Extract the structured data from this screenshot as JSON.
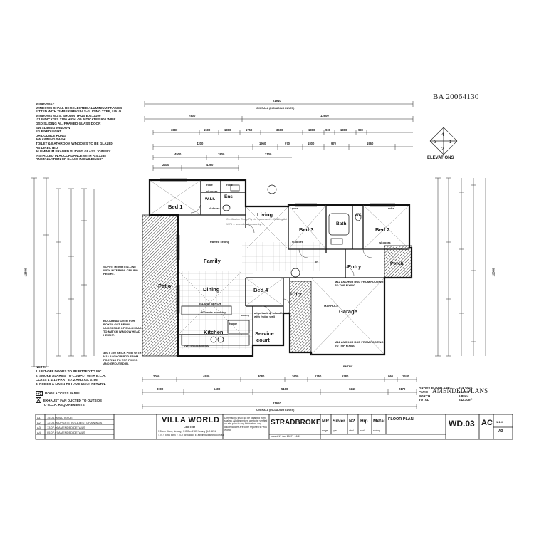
{
  "stamp": {
    "ba_number": "BA 20064130",
    "amended_plans": "AMENDED PLANS"
  },
  "window_notes": [
    "WINDOWS:-",
    "WINDOWS SHALL BE SELECTED ALUMINIUM FRAMES",
    "FITTED WITH TIMBER REVEALS-GLIDING TYPE, U.N.O.",
    "WINDOWS NO'S. SHOWN THUS E.G. 2109",
    "-21 INDICATES 2100 HIGH -09 INDICATES 900 WIDE",
    "GSD    SLIDING AL. FRAMED GLASS DOOR",
    "SW      SLIDING WINDOW",
    "FG      FIXED LIGHT",
    "DH      DOUBLE HUNG",
    "AW      AWNING SASH",
    "TOILET & BATHROOM WINDOWS TO BE GLAZED",
    "AS DIRECTED",
    "ALUMINIUM FRAMED SLIDING GLASS JOINERY",
    "INSTALLED IN ACCORDANCE WITH A.S.1288",
    "\"INSTALLATION OF GLASS IN BUILDINGS\""
  ],
  "general_notes": [
    "NOTE:",
    "1. LIFT-OFF DOORS TO BE FITTED TO WC",
    "2. SMOKE ALARMS TO COMPLY WITH B.C.A.",
    "    CLASS 1 & 10  PART 3.7.2 AND AS. 3786.",
    "3. ROBES & LINEN TO HAVE 15mm RETURN."
  ],
  "legend": [
    {
      "icon": "roof-access",
      "text": "ROOF ACCESS PANEL"
    },
    {
      "icon": "exhaust-fan",
      "text": "EXHAUST FAN DUCTED TO OUTSIDE"
    },
    {
      "icon": "",
      "text": "TO B.C.A. REQUIREMENTS"
    }
  ],
  "elevations_label": "ELEVATIONS",
  "elevation_numbers": [
    "4",
    "3",
    "1",
    "2"
  ],
  "overall_dims": {
    "top_total": "21910",
    "top_total_note": "OVERALL (INCLUDING EAVES)",
    "top_row2": [
      "7800",
      "12600"
    ],
    "top_row3": [
      "3880",
      "1500",
      "1800",
      "1750",
      "3600",
      "1800",
      "930",
      "1800",
      "930"
    ],
    "top_row4": [
      "4200",
      "1960",
      "970",
      "1800",
      "970",
      "1960"
    ],
    "top_row5": [
      "4500",
      "1800",
      "2100"
    ],
    "top_row6": [
      "2400",
      "4360"
    ],
    "bottom_row1": [
      "2050",
      "4940",
      "3080",
      "3600",
      "1750",
      "5780",
      "960",
      "1340"
    ],
    "bottom_row2": [
      "3000",
      "5400",
      "5100",
      "6240",
      "2170"
    ],
    "bottom_total": "21910",
    "bottom_total_note": "OVERALL (INCLUDING EAVES)",
    "left_total": "12830",
    "right_total": "12830"
  },
  "rooms": {
    "bed1": "Bed 1",
    "wir": "w.i.r.",
    "ens": "Ens",
    "living": "Living",
    "bed3": "Bed 3",
    "bath": "Bath",
    "wc": "WC",
    "bed2": "Bed 2",
    "family": "Family",
    "entry": "Entry",
    "porch": "Porch",
    "patio": "Patio",
    "dining": "Dining",
    "bed4": "Bed 4",
    "ldry": "L'dry",
    "garage": "Garage",
    "kitchen": "Kitchen",
    "service": "Service",
    "court": "court"
  },
  "plan_notes": {
    "robe1": "robe",
    "robe2": "robe",
    "robe3": "robe",
    "robe4": "robe",
    "sl_doors1": "sl.doors",
    "sl_doors2": "sl.doors",
    "sl_doors3": "sl.doors",
    "sl_doors4": "sl.doors",
    "framed_ceiling": "framed ceiling",
    "linen": "lin",
    "soffit": "SOFFIT HEIGHT IN-LINE WITH INTERNAL CEILING HEIGHT.",
    "bulkhead": "BULKHEAD OVER FOR BOXED OUT BEAM. UNDERSIDE OF BULKHEAD TO MATCH WINDOW HEAD HEIGHT.",
    "brick_pier": "350 x 350 BRICK PIER WITH M12 ANCHOR ROD FROM FOOTING TO TOP FIXING AND GROUTED IN.",
    "anchor_rod1": "M12 ANCHOR ROD FROM FOOTING TO TOP FIXING",
    "anchor_rod2": "M12 ANCHOR ROD FROM FOOTING TO TOP FIXING",
    "island_bench": "ISLAND BENCH",
    "bench": "900 wide benchtop",
    "align": "align back of island bench with fridge wall",
    "fridge": "fridge",
    "pantry": "pantry",
    "overhead": "overhead cabinets",
    "manhole": "MANHOLE",
    "entry_step": "ENTRY",
    "certifier_overlay": "Certification Group Pty Ltd  ...assessed ... Building Act 1975 ... amendments made by ..."
  },
  "area_table": {
    "rows": [
      {
        "label": "GROSS FLOOR AREA",
        "value": "213.20m²"
      },
      {
        "label": "PATIO",
        "value": "16.80m²"
      },
      {
        "label": "PORCH",
        "value": "6.88m²"
      },
      {
        "label": "TOTAL",
        "value": "242.10m²"
      }
    ]
  },
  "title_block": {
    "revisions": [
      {
        "rev": "A1",
        "date": "15.04.06",
        "desc": "WC ISSUE"
      },
      {
        "rev": "A2",
        "date": "12.05.06",
        "desc": "UPDATE TO LATEST DRAWINGS"
      },
      {
        "rev": "A3",
        "date": "13.07.06",
        "desc": "AMENDED DETAILS"
      },
      {
        "rev": "A4",
        "date": "05.07.07",
        "desc": "AMENDED DETAILS"
      }
    ],
    "company": "VILLA WORLD",
    "company_sub": "LIMITED",
    "company_address": "3 Dixon Street, Nerang · P.O Box 1787 Nerang QLD 4211",
    "company_phone": "T. (07) 5596 6500   F. (07) 5596 6555   E. admin@villaworld.com.au",
    "disclaimer": "Dimensions shall not be obtained from scaling. All dimensions are to be verified on site prior to any fabrication. Any discrepancies are to be reported to Villa World.",
    "design": "STRADBROKE",
    "design_sub": "Issued 17 Jan 2007 · 16:11",
    "codes": [
      "MR",
      "Silver",
      "N2",
      "Hip",
      "Metal"
    ],
    "codes_sub": [
      "range",
      "spec",
      "wind",
      "roof",
      "roofing"
    ],
    "sheet_title": "FLOOR PLAN",
    "sheet_code": "WD.03",
    "rev_code": "AC",
    "scale": "1:100",
    "size": "A3"
  }
}
